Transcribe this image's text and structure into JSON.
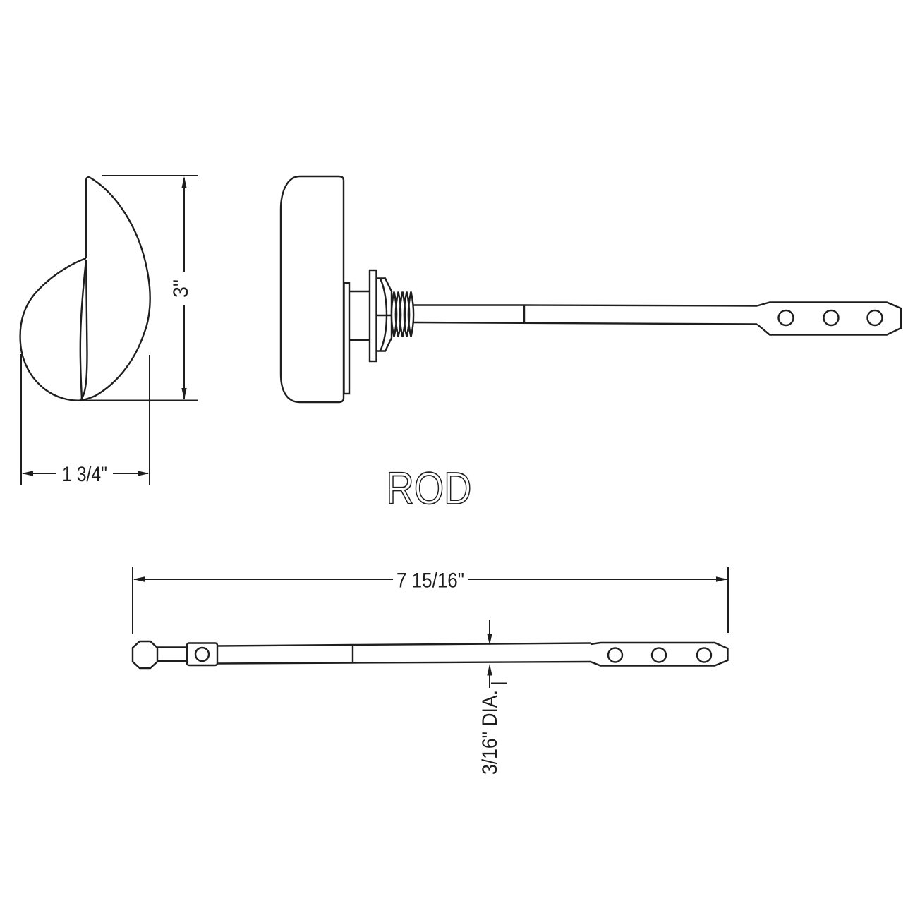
{
  "drawing": {
    "title": "ROD",
    "background_color": "#ffffff",
    "line_color": "#1e1e1e",
    "views": {
      "handle_side_view": "handle side profile",
      "handle_front_view": "handle with mounting nut, threads and lever rod",
      "rod_plan_view": "trip lever rod with end block and paddle holes"
    },
    "dimensions": {
      "handle_height": "3\"",
      "handle_width": "1 3/4\"",
      "rod_length": "7 15/16\"",
      "rod_diameter": "3/16\" DIA."
    }
  }
}
